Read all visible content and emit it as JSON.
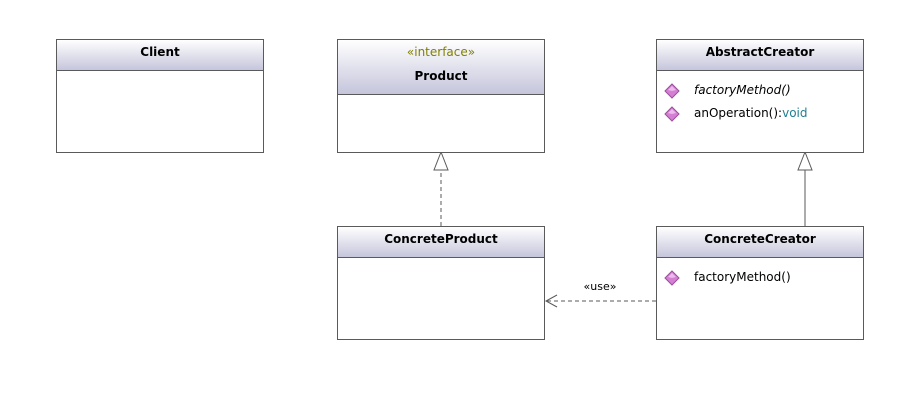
{
  "classes": {
    "client": {
      "name": "Client"
    },
    "product": {
      "stereotype": "«interface»",
      "name": "Product"
    },
    "abstract_creator": {
      "name": "AbstractCreator",
      "operations": [
        {
          "label": "factoryMethod()",
          "type": "",
          "italic": true
        },
        {
          "label": "anOperation():",
          "type": "void",
          "italic": false
        }
      ]
    },
    "concrete_product": {
      "name": "ConcreteProduct"
    },
    "concrete_creator": {
      "name": "ConcreteCreator",
      "operations": [
        {
          "label": "factoryMethod()",
          "type": "",
          "italic": false
        }
      ]
    }
  },
  "relations": {
    "use_label": "«use»"
  },
  "colors": {
    "stereotype": "#808000",
    "type": "#1f7f8f",
    "operation_icon": "#d47fd4",
    "border": "#5a5a5a"
  },
  "icons": {
    "operation": "operation-diamond-icon"
  }
}
